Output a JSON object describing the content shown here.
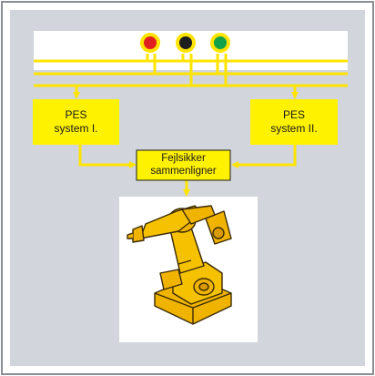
{
  "diagram": {
    "blocks": {
      "pes1": {
        "line1": "PES",
        "line2": "system I."
      },
      "pes2": {
        "line1": "PES",
        "line2": "system II."
      },
      "comparator": {
        "line1": "Fejlsikker",
        "line2": "sammenligner"
      }
    },
    "indicator_lights": [
      {
        "name": "red",
        "color": "#e02020"
      },
      {
        "name": "black",
        "color": "#1e1e1e"
      },
      {
        "name": "green",
        "color": "#12a04a"
      }
    ],
    "colors": {
      "background": "#d2d5db",
      "block": "#fff200",
      "connector": "#ffe400",
      "robot": "#f0b400",
      "frame": "#8a8d93"
    }
  }
}
